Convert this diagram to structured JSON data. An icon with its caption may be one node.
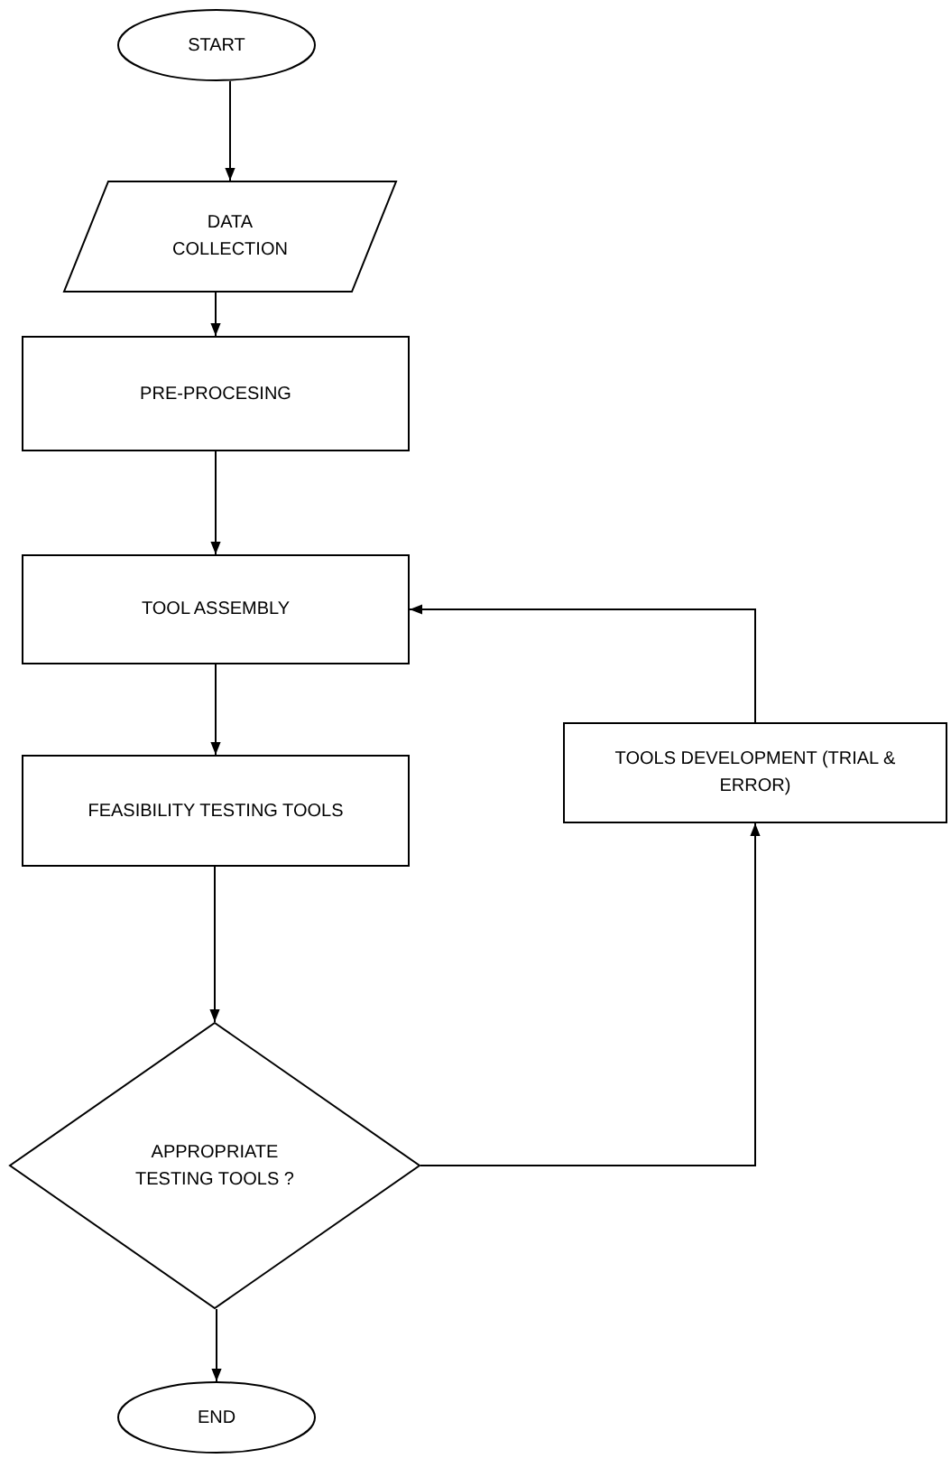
{
  "diagram": {
    "nodes": [
      {
        "text": [
          "START"
        ]
      },
      {
        "text": [
          "DATA COLLECTION"
        ]
      },
      {
        "text": [
          "PRE-PROCESING"
        ]
      },
      {
        "text": [
          "TOOL ASSEMBLY"
        ]
      },
      {
        "text": [
          "FEASIBILITY TESTING TOOLS"
        ]
      },
      {
        "text": [
          "TOOLS DEVELOPMENT (TRIAL & ERROR)"
        ]
      },
      {
        "text": [
          "APPROPRIATE TESTING TOOLS ?"
        ]
      },
      {
        "text": [
          "END"
        ]
      }
    ],
    "edges": [
      {
        "from": 0,
        "to": 1,
        "arrow": "to"
      },
      {
        "from": 1,
        "to": 2,
        "arrow": "to"
      },
      {
        "from": 2,
        "to": 3,
        "arrow": "to"
      },
      {
        "from": 3,
        "to": 4,
        "arrow": "to"
      },
      {
        "from": 4,
        "to": 6,
        "arrow": "to"
      },
      {
        "from": 6,
        "to": 7,
        "arrow": "to"
      },
      {
        "from": 6,
        "to": 5,
        "arrow": "to"
      },
      {
        "from": 5,
        "to": 3,
        "arrow": "to"
      }
    ]
  }
}
